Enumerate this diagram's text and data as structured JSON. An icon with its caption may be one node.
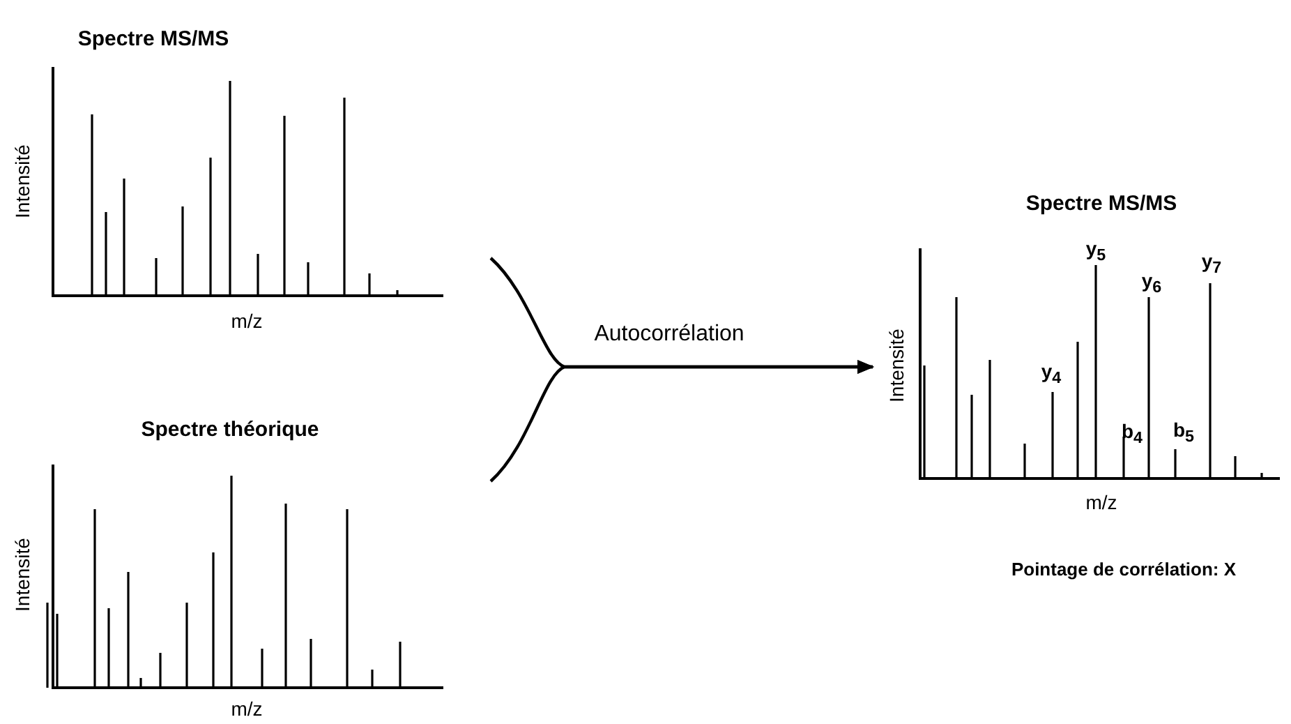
{
  "diagram": {
    "nodes": [
      {
        "text": [
          "Spectre MS/MS",
          "Intensité",
          "m/z"
        ]
      },
      {
        "text": [
          "Spectre théorique",
          "Intensité",
          "m/z"
        ]
      },
      {
        "text": [
          "Spectre MS/MS",
          "y$_{5}$",
          "y$_{7}$",
          "y$_{6}$",
          "y$_{4}$",
          "b$_{4}$",
          "b$_{5}$",
          "Intensité",
          "m/z"
        ],
        "beside": [
          "Pointage de corrélation: X"
        ]
      }
    ],
    "edges": [
      {
        "from": 0,
        "to": 2,
        "arrow": "to",
        "label": "Autocorrélation"
      },
      {
        "from": 1,
        "to": 2,
        "arrow": "to"
      }
    ]
  }
}
